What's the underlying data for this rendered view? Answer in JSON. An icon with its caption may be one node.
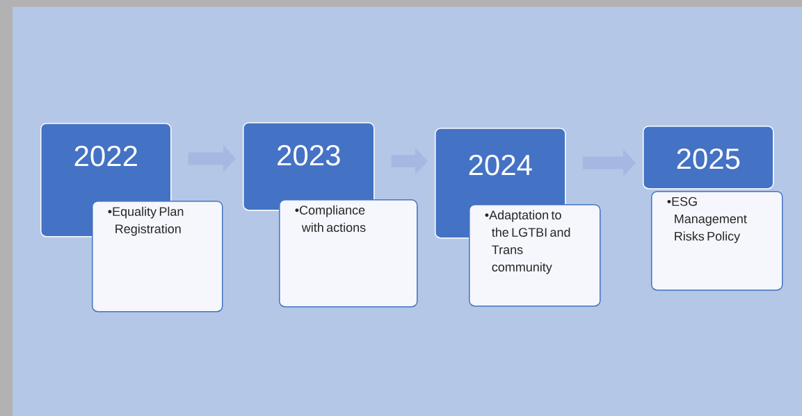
{
  "diagram": {
    "nodes": [
      {
        "text": [
          "2022"
        ]
      },
      {
        "text": [
          "•Equality Plan Registration"
        ]
      },
      {
        "text": [
          "2023"
        ]
      },
      {
        "text": [
          "•Compliance with actions"
        ]
      },
      {
        "text": [
          "2024"
        ]
      },
      {
        "text": [
          "•Adaptation to the  LGTBI and Trans community"
        ]
      },
      {
        "text": [
          "2025"
        ]
      },
      {
        "text": [
          "•ESG Management Risks Policy"
        ]
      }
    ],
    "edges": [
      {
        "from": 0,
        "to": 2,
        "arrow": "to"
      },
      {
        "from": 2,
        "to": 4,
        "arrow": "to"
      },
      {
        "from": 4,
        "to": 6,
        "arrow": "to"
      }
    ]
  }
}
